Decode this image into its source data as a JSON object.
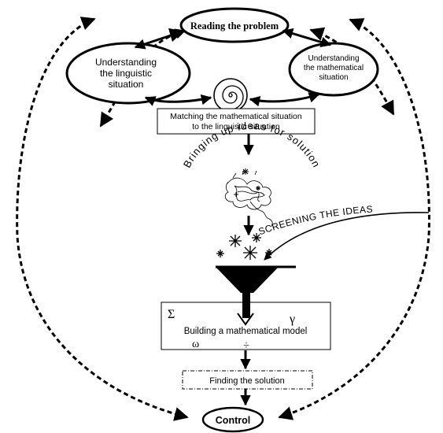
{
  "nodes": {
    "reading": "Reading the problem",
    "linguistic_line1": "Understanding",
    "linguistic_line2": "the linguistic",
    "linguistic_line3": "situation",
    "math_line1": "Understanding",
    "math_line2": "the mathematical",
    "math_line3": "situation",
    "matching_line1": "Matching the mathematical situation",
    "matching_line2": "to the linguistic situation",
    "bringing_ideas": "Bringing up ideas for solution",
    "screening": "SCREENING THE IDEAS",
    "building_model": "Building a mathematical model",
    "finding_solution": "Finding the solution",
    "control": "Control"
  },
  "math_symbols": {
    "sigma": "Σ",
    "gamma": "γ",
    "omega": "ω",
    "divide": "÷"
  },
  "colors": {
    "stroke": "#000000",
    "background": "#ffffff"
  }
}
